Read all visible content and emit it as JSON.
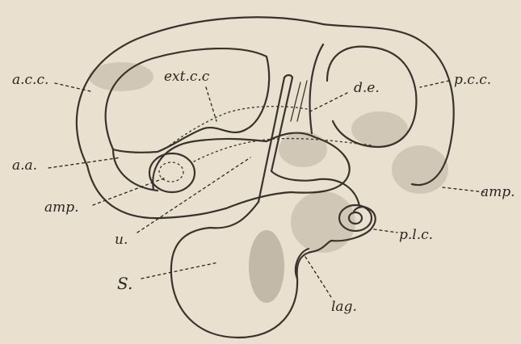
{
  "labels": {
    "acc": "a.c.c.",
    "extcc": "ext.c.c",
    "de": "d.e.",
    "pcc": "p.c.c.",
    "aa": "a.a.",
    "amp_left": "amp.",
    "amp_right": "amp.",
    "u": "u.",
    "plc": "p.l.c.",
    "s": "S.",
    "lag": "lag."
  },
  "colors": {
    "paper": "#e9e0cf",
    "ink": "#2a2520"
  }
}
